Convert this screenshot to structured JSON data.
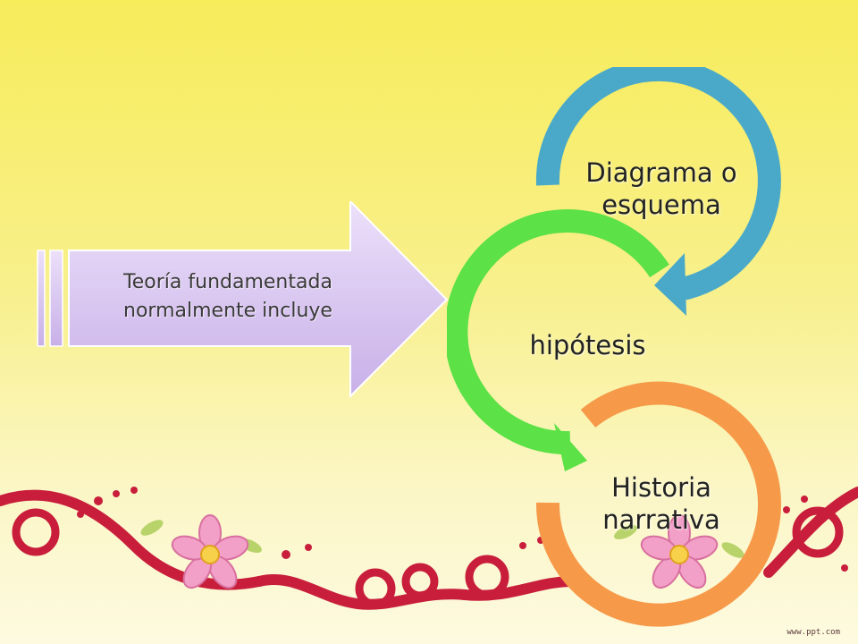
{
  "arrow": {
    "line1": "Teoría fundamentada",
    "line2": "normalmente incluye"
  },
  "cycle": {
    "items": [
      {
        "line1": "Diagrama o",
        "line2": "esquema",
        "color": "#4aa9c9"
      },
      {
        "line1": "hipótesis",
        "color": "#5ce146"
      },
      {
        "line1": "Historia",
        "line2": "narrativa",
        "color": "#f69a4a"
      }
    ]
  },
  "colors": {
    "arrow_fill": "#dcc8f2",
    "ornament_red": "#c81e3c",
    "flower_pink": "#f2a0c8"
  },
  "watermark": "www.ppt.com"
}
